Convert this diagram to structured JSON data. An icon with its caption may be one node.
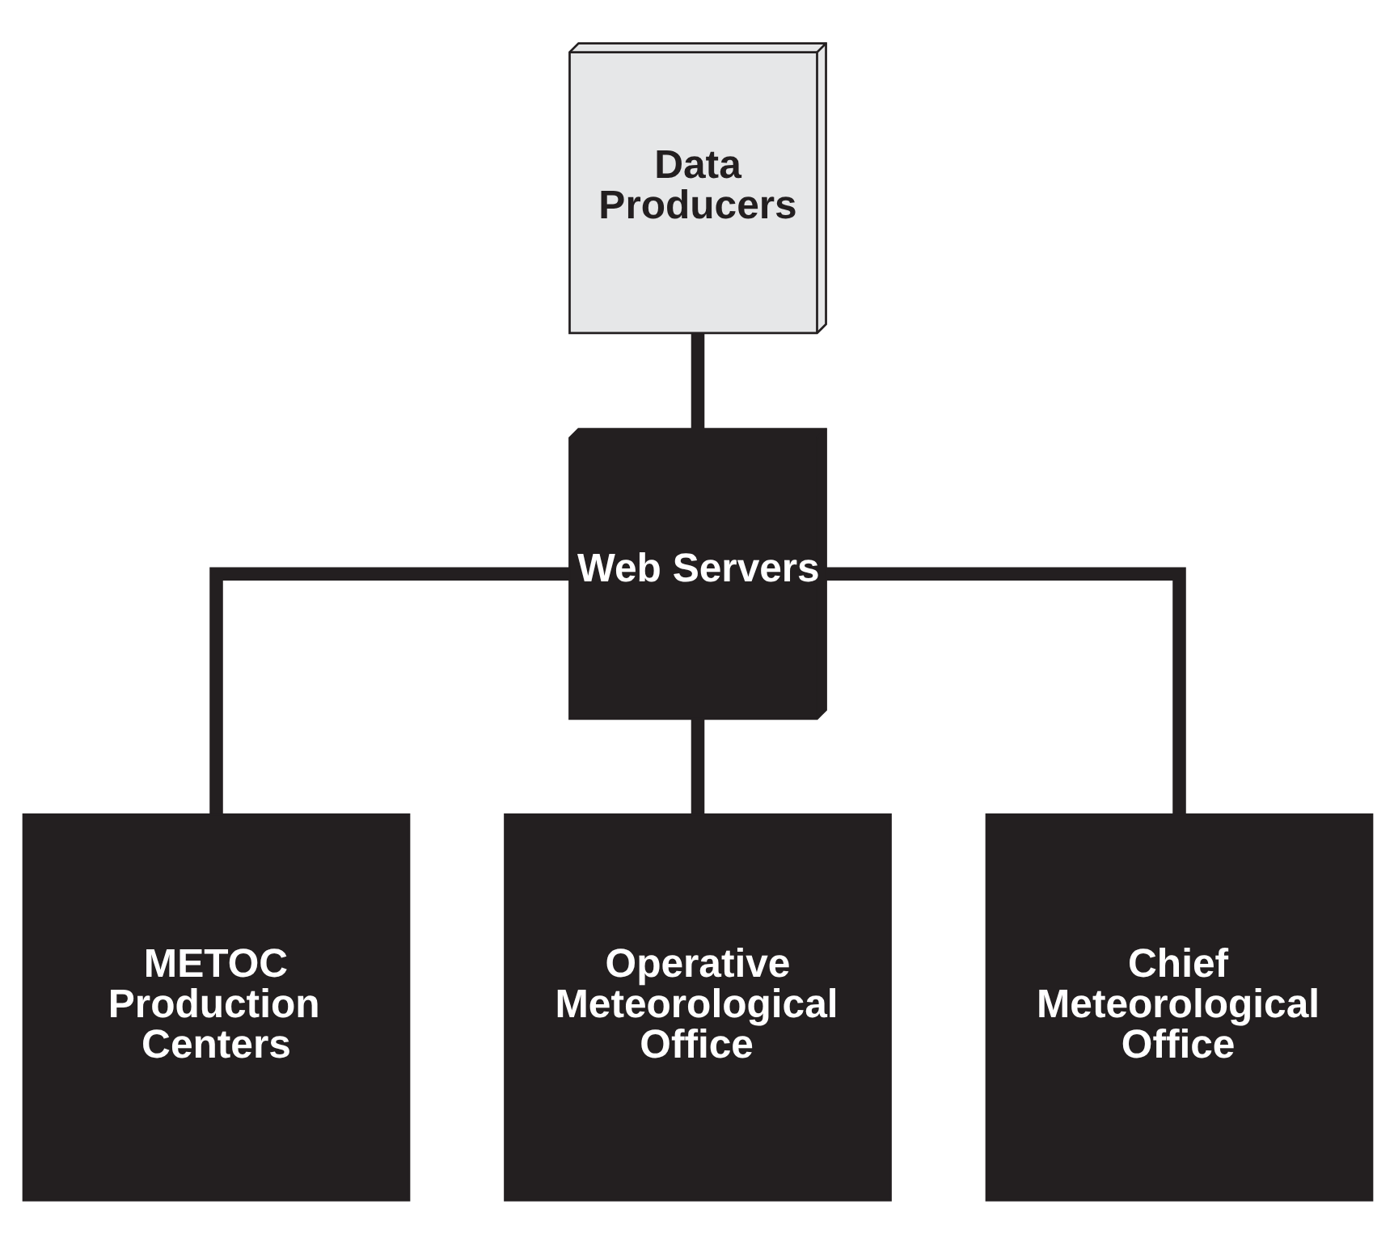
{
  "diagram": {
    "nodes": [
      {
        "text": [
          "Data Producers"
        ]
      },
      {
        "text": [
          "Web Servers"
        ]
      },
      {
        "text": [
          "METOC Production Centers"
        ]
      },
      {
        "text": [
          "Operative Meteorological Office"
        ]
      },
      {
        "text": [
          "Chief Meteorological Office"
        ]
      }
    ],
    "edges": [
      {
        "from": 0,
        "to": 1,
        "arrow": "none"
      },
      {
        "from": 1,
        "to": 2,
        "arrow": "none"
      },
      {
        "from": 1,
        "to": 3,
        "arrow": "none"
      },
      {
        "from": 1,
        "to": 4,
        "arrow": "none"
      }
    ]
  }
}
